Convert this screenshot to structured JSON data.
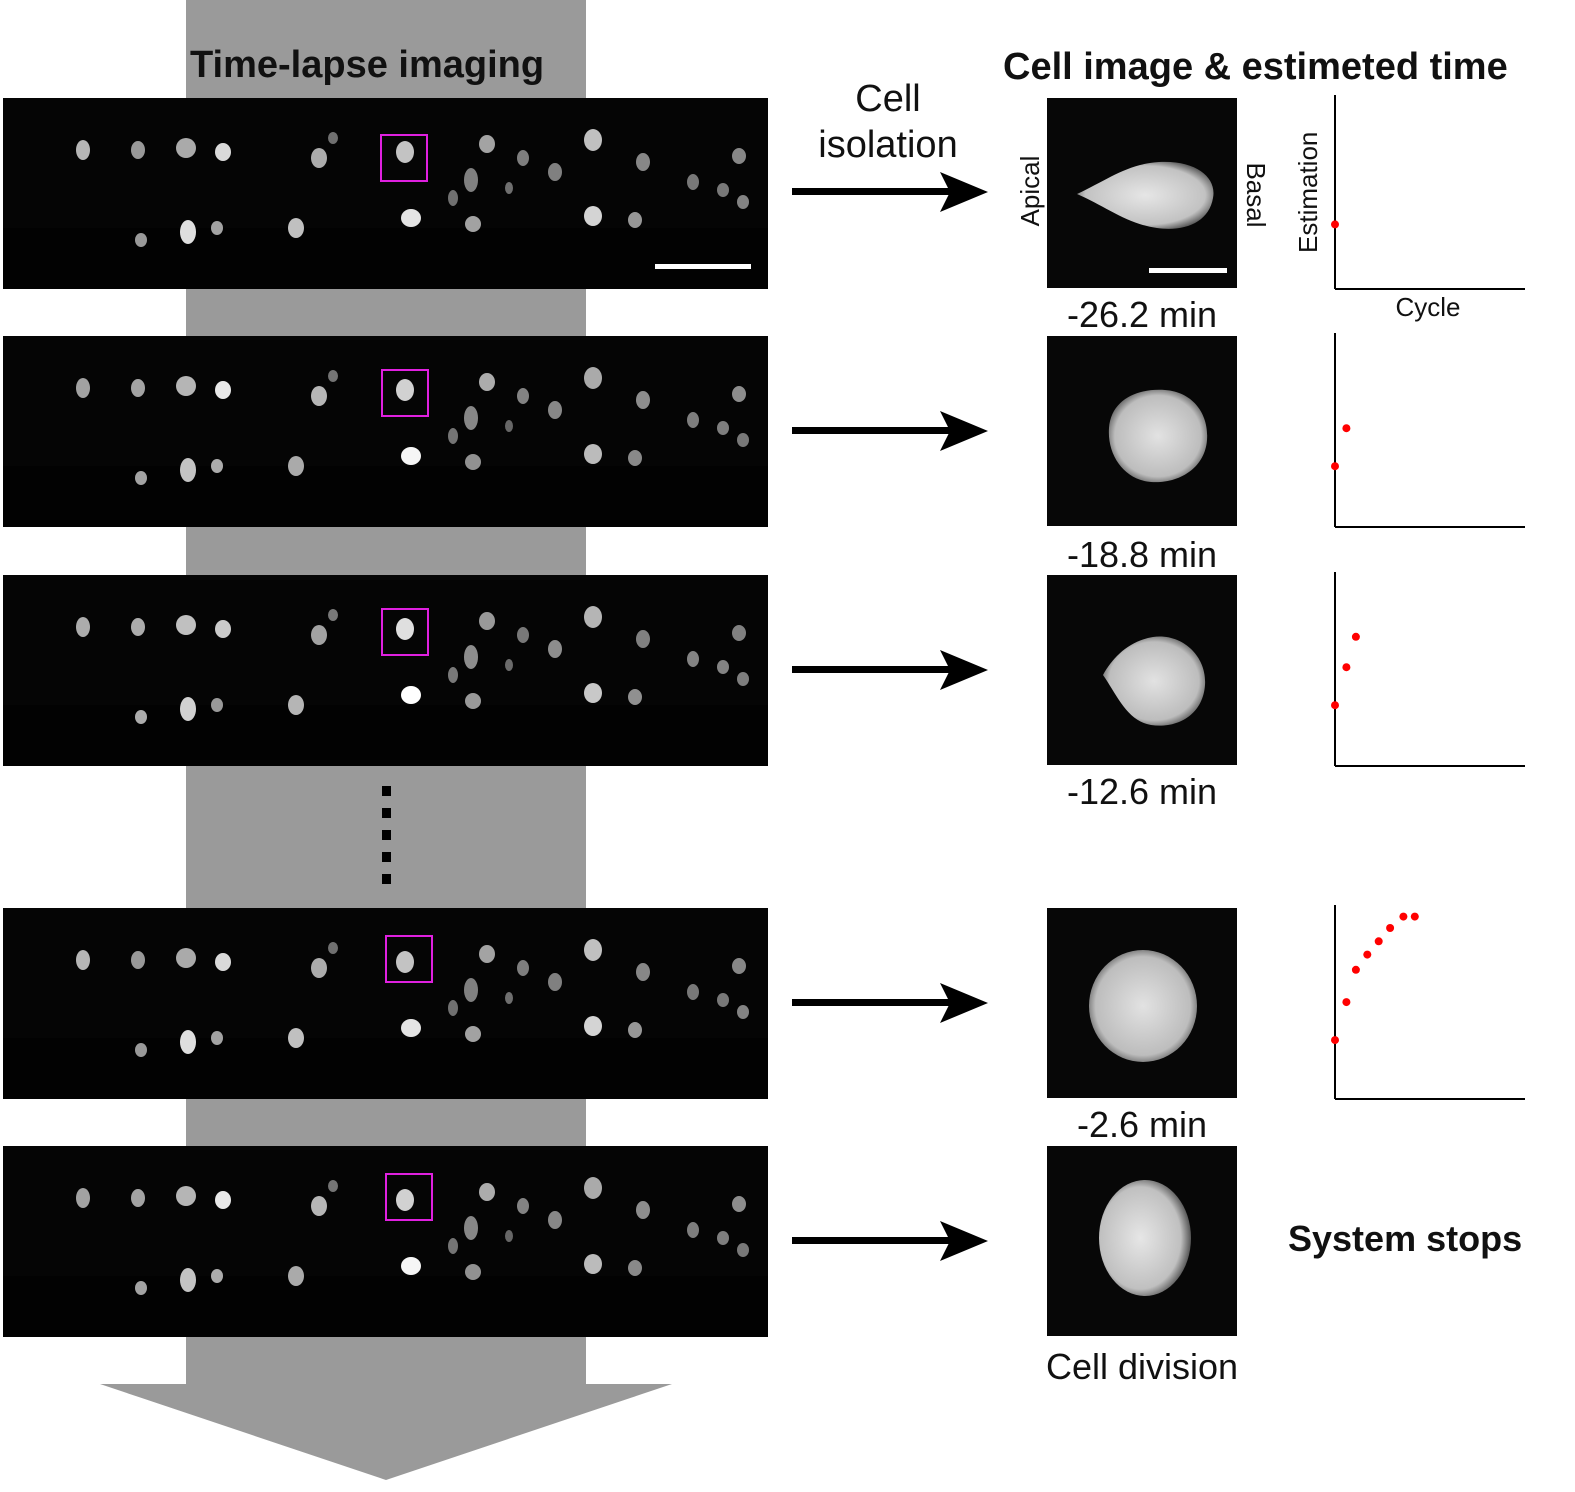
{
  "left_title": "Time-lapse imaging",
  "right_title": "Cell image & estimeted time",
  "isolation_label": "Cell\nisolation",
  "crop_labels": {
    "apical": "Apical",
    "basal": "Basal"
  },
  "plot_axes": {
    "ylabel": "Estimation",
    "xlabel": "Cycle"
  },
  "frames": [
    {
      "caption": "-26.2 min"
    },
    {
      "caption": "-18.8 min"
    },
    {
      "caption": "-12.6 min"
    },
    {
      "caption": "-2.6 min"
    },
    {
      "caption": "Cell division"
    }
  ],
  "stop_label": "System stops",
  "colors": {
    "band": "#9a9a9a",
    "highlight_box": "#e020e0",
    "estimate_point": "#ff0000"
  },
  "chart_data": [
    {
      "type": "scatter",
      "xlabel": "Cycle",
      "ylabel": "Estimation",
      "points": 1,
      "grid": false
    },
    {
      "type": "scatter",
      "points": 2,
      "grid": false
    },
    {
      "type": "scatter",
      "points": 3,
      "grid": false
    },
    {
      "type": "scatter",
      "points": 8,
      "grid": false
    }
  ]
}
